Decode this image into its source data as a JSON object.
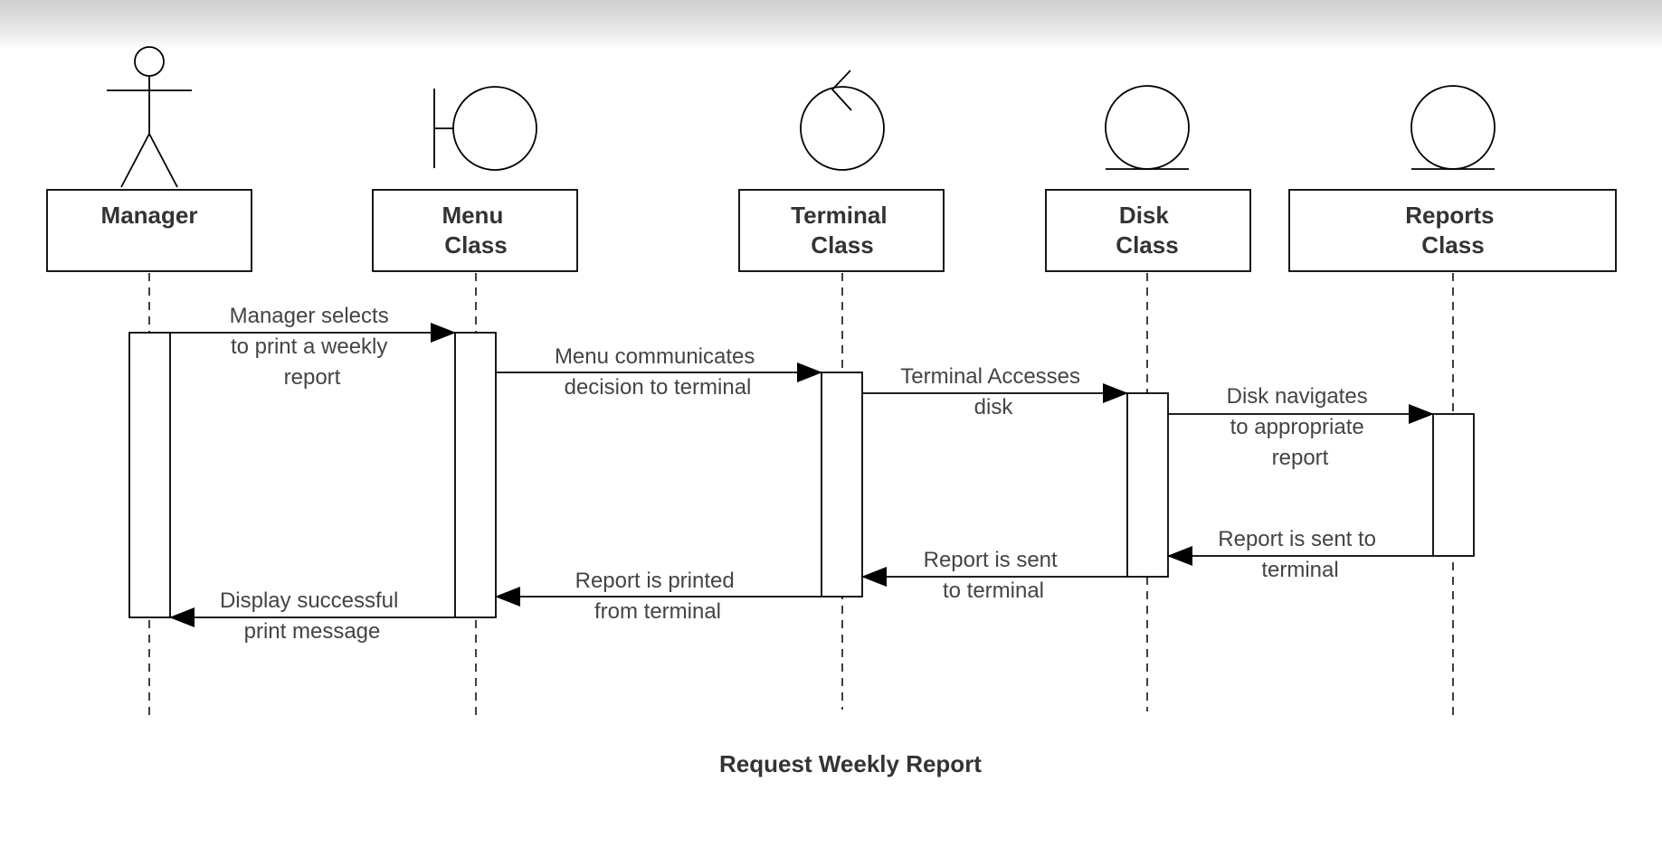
{
  "diagram": {
    "title": "Request Weekly Report",
    "participants": [
      {
        "id": "manager",
        "kind": "actor",
        "label_lines": [
          "Manager"
        ]
      },
      {
        "id": "menu",
        "kind": "boundary",
        "label_lines": [
          "Menu",
          "Class"
        ]
      },
      {
        "id": "terminal",
        "kind": "control",
        "label_lines": [
          "Terminal",
          "Class"
        ]
      },
      {
        "id": "disk",
        "kind": "entity",
        "label_lines": [
          "Disk",
          "Class"
        ]
      },
      {
        "id": "reports",
        "kind": "entity",
        "label_lines": [
          "Reports",
          "Class"
        ]
      }
    ],
    "messages": [
      {
        "from": "manager",
        "to": "menu",
        "lines": [
          "Manager selects",
          "to print a weekly",
          "report"
        ]
      },
      {
        "from": "menu",
        "to": "terminal",
        "lines": [
          "Menu communicates",
          "decision to terminal"
        ]
      },
      {
        "from": "terminal",
        "to": "disk",
        "lines": [
          "Terminal Accesses",
          "disk"
        ]
      },
      {
        "from": "disk",
        "to": "reports",
        "lines": [
          "Disk navigates",
          "to appropriate",
          "report"
        ]
      },
      {
        "from": "reports",
        "to": "disk",
        "lines": [
          "Report is sent to",
          "terminal"
        ]
      },
      {
        "from": "disk",
        "to": "terminal",
        "lines": [
          "Report is sent",
          "to terminal"
        ]
      },
      {
        "from": "terminal",
        "to": "menu",
        "lines": [
          "Report is printed",
          "from terminal"
        ]
      },
      {
        "from": "menu",
        "to": "manager",
        "lines": [
          "Display successful",
          "print message"
        ]
      }
    ]
  }
}
